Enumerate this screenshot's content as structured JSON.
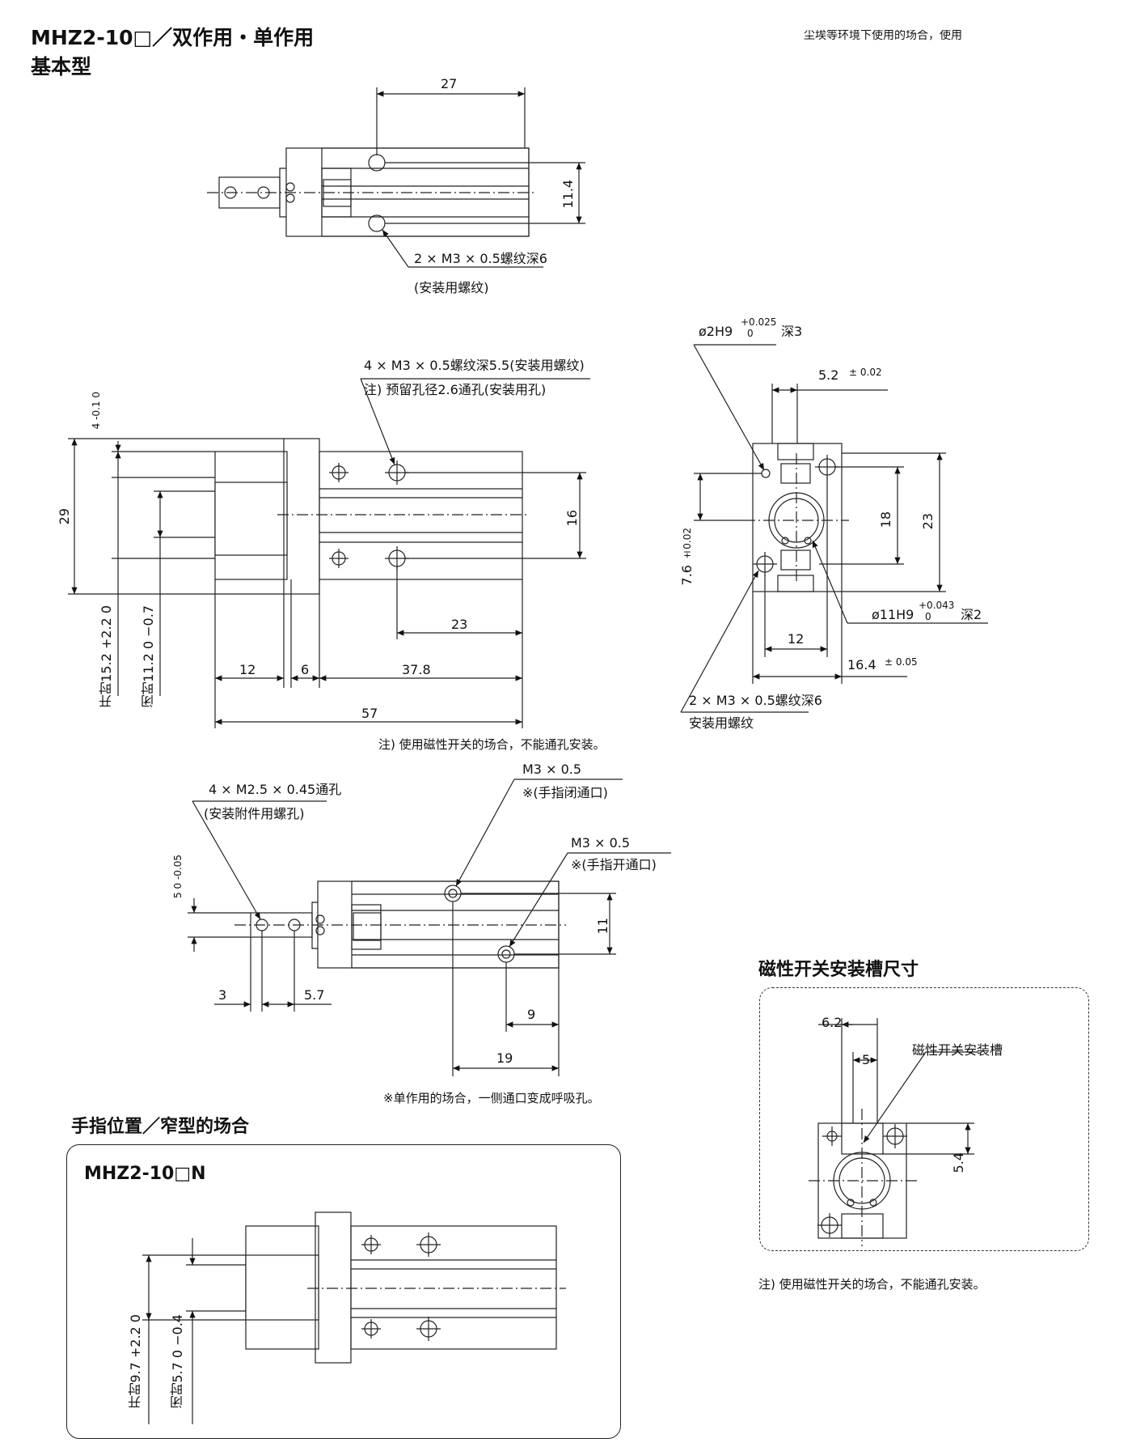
{
  "header": {
    "model": "MHZ2-10□／双作用・单作用",
    "subtitle": "基本型",
    "cutoff_note": "尘埃等环境下使用的场合，使用"
  },
  "top_view": {
    "dims": {
      "width": "27",
      "height": "11.4"
    },
    "note_line1": "2 × M3 × 0.5螺纹深6",
    "note_line2": "(安装用螺纹)"
  },
  "side_view": {
    "callout_line1": "4 × M3 × 0.5螺纹深5.5(安装用螺纹)",
    "callout_line2": "注) 预留孔径2.6通孔(安装用孔)",
    "dims": {
      "tol_4": "4  -0.1 0",
      "h29": "29",
      "h16": "16",
      "w23": "23",
      "w12": "12",
      "w6": "6",
      "w378": "37.8",
      "w57": "57",
      "open": "开时15.2  +2.2 0",
      "close": "闭时11.2  0 −0.7"
    },
    "footnote": "注) 使用磁性开关的场合，不能通孔安装。"
  },
  "end_view": {
    "hole_label": "ø2H9",
    "hole_tol_top": "+0.025",
    "hole_tol_bot": "0",
    "hole_depth": "深3",
    "dims": {
      "w52": "5.2",
      "w52_tol": "± 0.02",
      "h18": "18",
      "h23": "23",
      "h76": "7.6",
      "h76_tol": "±0.02",
      "w12": "12",
      "w164": "16.4",
      "w164_tol": "± 0.05"
    },
    "bore_label": "ø11H9",
    "bore_tol_top": "+0.043",
    "bore_tol_bot": "0",
    "bore_depth": "深2",
    "note_line1": "2 × M3 × 0.5螺纹深6",
    "note_line2": "安装用螺纹"
  },
  "bottom_view": {
    "callout1_line1": "4 × M2.5 × 0.45通孔",
    "callout1_line2": "(安装附件用螺孔)",
    "port1_line1": "M3 × 0.5",
    "port1_line2": "※(手指闭通口)",
    "port2_line1": "M3 × 0.5",
    "port2_line2": "※(手指开通口)",
    "dims": {
      "tol5": "5  0 -0.05",
      "h11": "11",
      "w3": "3",
      "w57": "5.7",
      "w9": "9",
      "w19": "19"
    },
    "footnote": "※单作用的场合，一侧通口变成呼吸孔。"
  },
  "narrow_section": {
    "title": "手指位置／窄型的场合",
    "model": "MHZ2-10□N",
    "open": "开时9.7  +2.2 0",
    "close": "闭时5.7  0 −0.4"
  },
  "switch_section": {
    "title": "磁性开关安装槽尺寸",
    "dims": {
      "w62": "6.2",
      "w5": "5",
      "h54": "5.4"
    },
    "groove_label": "磁性开关安装槽",
    "footnote": "注) 使用磁性开关的场合，不能通孔安装。"
  }
}
